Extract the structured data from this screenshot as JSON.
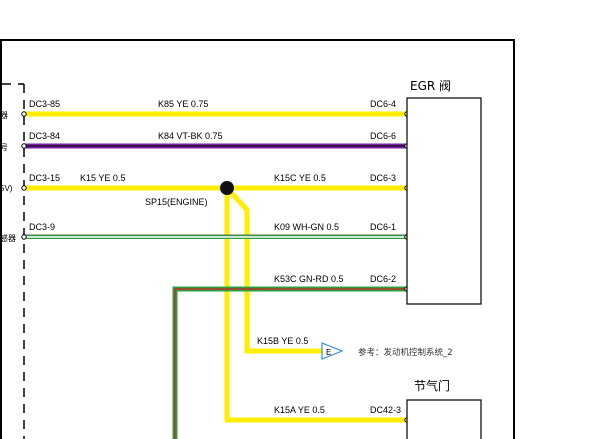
{
  "diagram": {
    "connectors": {
      "egr": {
        "title": "EGR 阀"
      },
      "throttle": {
        "title": "节气门"
      }
    },
    "left_fragments": [
      "器",
      "号",
      "5V)",
      "感器"
    ],
    "wires": [
      {
        "id": "k85",
        "from_pin": "DC3-85",
        "label": "K85 YE 0.75",
        "to_pin": "DC6-4",
        "color": "#ffee00"
      },
      {
        "id": "k84",
        "from_pin": "DC3-84",
        "label": "K84 VT-BK 0.75",
        "to_pin": "DC6-6",
        "color": "#7a1fa2"
      },
      {
        "id": "k15",
        "from_pin": "DC3-15",
        "label": "K15 YE 0.5",
        "to_pin": "DC6-3",
        "branch_label": "K15C YE 0.5",
        "color": "#ffee00"
      },
      {
        "id": "k09",
        "from_pin": "DC3-9",
        "label": "K09 WH-GN 0.5",
        "to_pin": "DC6-1",
        "color": "#2e9e45"
      },
      {
        "id": "k53c",
        "label": "K53C GN-RD 0.5",
        "to_pin": "DC6-2",
        "color": "#2e9e45"
      },
      {
        "id": "k15b",
        "label": "K15B YE 0.5",
        "color": "#ffee00"
      },
      {
        "id": "k15a",
        "label": "K15A YE 0.5",
        "to_pin": "DC42-3",
        "color": "#ffee00"
      }
    ],
    "splice": {
      "label": "SP15(ENGINE)"
    },
    "offpage": {
      "marker": "E",
      "reference": "参考：发动机控制系统_2"
    }
  }
}
